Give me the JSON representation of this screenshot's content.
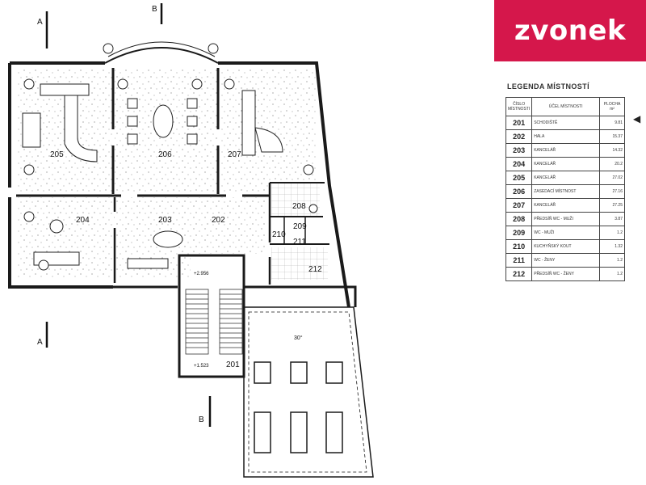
{
  "brand": {
    "logo_text": "zvonek",
    "color": "#d5174b"
  },
  "legend": {
    "title": "LEGENDA MÍSTNOSTÍ",
    "col_num": "ČÍSLO MÍSTNOSTI",
    "col_use": "ÚČEL MÍSTNOSTI",
    "col_area": "PLOCHA m²",
    "rows": [
      {
        "num": "201",
        "use": "SCHODIŠTĚ",
        "area": "9.81"
      },
      {
        "num": "202",
        "use": "HALA",
        "area": "15.37"
      },
      {
        "num": "203",
        "use": "KANCELÁŘ",
        "area": "14.32"
      },
      {
        "num": "204",
        "use": "KANCELÁŘ",
        "area": "20.2"
      },
      {
        "num": "205",
        "use": "KANCELÁŘ",
        "area": "27.02"
      },
      {
        "num": "206",
        "use": "ZASEDACÍ MÍSTNOST",
        "area": "27.16"
      },
      {
        "num": "207",
        "use": "KANCELÁŘ",
        "area": "27.25"
      },
      {
        "num": "208",
        "use": "PŘEDSÍŇ WC - MUŽI",
        "area": "3.87"
      },
      {
        "num": "209",
        "use": "WC - MUŽI",
        "area": "1.2"
      },
      {
        "num": "210",
        "use": "KUCHYŇSKÝ KOUT",
        "area": "1.32"
      },
      {
        "num": "211",
        "use": "WC - ŽENY",
        "area": "1.2"
      },
      {
        "num": "212",
        "use": "PŘEDSÍŇ WC - ŽENY",
        "area": "1.2"
      }
    ]
  },
  "plan": {
    "rooms": {
      "r201": "201",
      "r202": "202",
      "r203": "203",
      "r204": "204",
      "r205": "205",
      "r206": "206",
      "r207": "207",
      "r208": "208",
      "r209": "209",
      "r210": "210",
      "r211": "211",
      "r212": "212"
    },
    "section_a": "A",
    "section_b": "B",
    "level_upper": "+2.956",
    "level_lower": "+1.523",
    "slope": "30°"
  }
}
